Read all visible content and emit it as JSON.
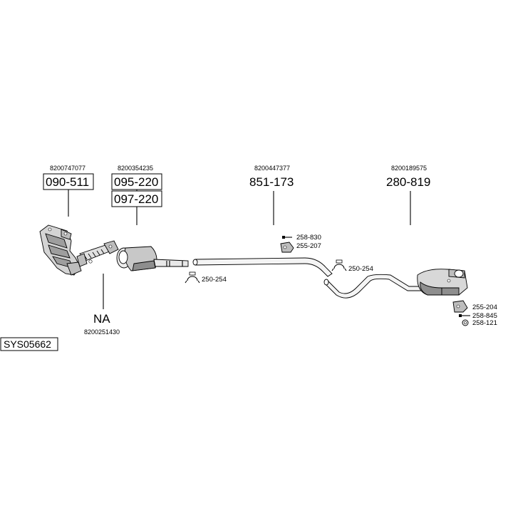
{
  "diagram": {
    "system_code": "SYS05662",
    "oe_numbers": {
      "manifold": "8200747077",
      "catalyst": "8200354235",
      "front_pipe": "8200251430",
      "middle_pipe": "8200447377",
      "rear_silencer": "8200189575"
    },
    "part_numbers": {
      "manifold": "090-511",
      "catalyst_a": "095-220",
      "catalyst_b": "097-220",
      "front_pipe": "NA",
      "middle_pipe": "851-173",
      "rear_silencer": "280-819"
    },
    "fittings": {
      "clamp_left": "250-254",
      "clamp_right": "250-254",
      "bolt_mid": "258-830",
      "hanger_mid": "255-207",
      "hanger_rear": "255-204",
      "bolt_rear": "258-845",
      "ring_rear": "258-121"
    }
  }
}
